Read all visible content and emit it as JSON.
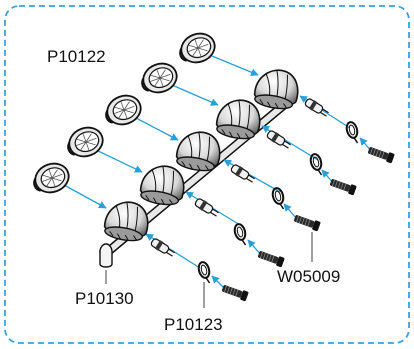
{
  "diagram": {
    "part_labels": {
      "top_left": "P10122",
      "bottom_left": "P10130",
      "bottom_center": "P10123",
      "right": "W05009"
    },
    "colors": {
      "frame_border": "#3aa0e0",
      "arrow": "#2a9fd8",
      "part_line": "#111111",
      "shading": "#6a6a6a"
    }
  }
}
